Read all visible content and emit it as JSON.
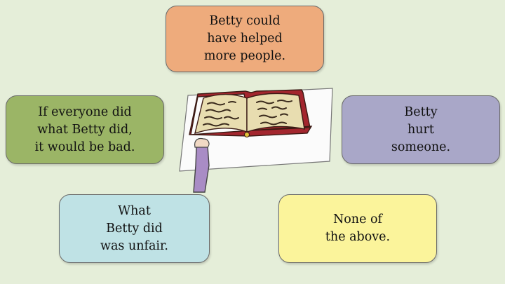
{
  "slide": {
    "background_color": "#e5eed9",
    "cards": [
      {
        "id": "top",
        "text": "Betty could\nhave helped\nmore people.",
        "color": "#eeab7c"
      },
      {
        "id": "left",
        "text": "If everyone did\nwhat Betty did,\nit would be bad.",
        "color": "#9bb566"
      },
      {
        "id": "right",
        "text": "Betty\nhurt\nsomeone.",
        "color": "#a9a7c8"
      },
      {
        "id": "bottom_left",
        "text": "What\nBetty  did\nwas unfair.",
        "color": "#bfe2e5"
      },
      {
        "id": "bottom_right",
        "text": "None of\nthe above.",
        "color": "#fbf49b"
      }
    ],
    "illustration": {
      "icon": "open-book-icon"
    }
  }
}
